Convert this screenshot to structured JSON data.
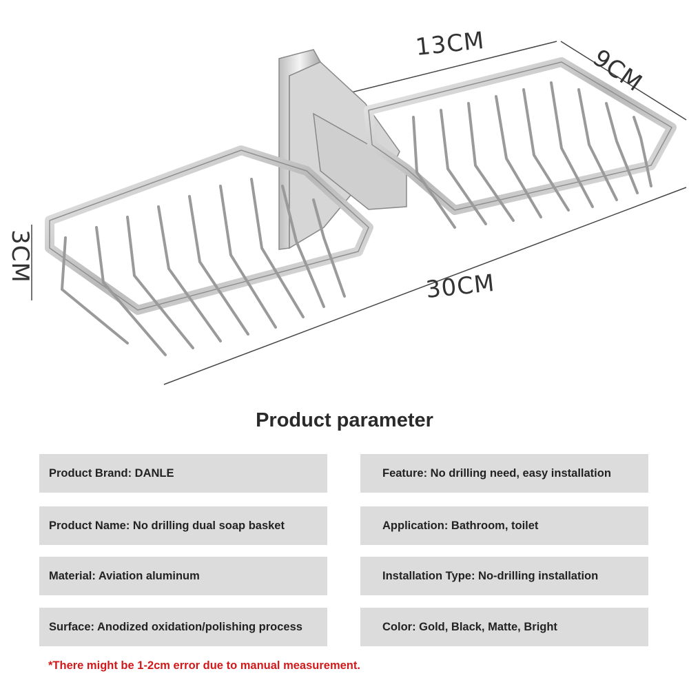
{
  "dimensions": {
    "length_label": "13CM",
    "width_label": "9CM",
    "height_label": "3CM",
    "total_label": "30CM"
  },
  "section_title": "Product parameter",
  "parameters": {
    "left": [
      "Product Brand: DANLE",
      "Product Name: No drilling dual soap basket",
      "Material: Aviation aluminum",
      "Surface: Anodized oxidation/polishing process"
    ],
    "right": [
      "Feature: No drilling need, easy installation",
      "Application: Bathroom, toilet",
      "Installation Type: No-drilling installation",
      "Color: Gold, Black, Matte, Bright"
    ]
  },
  "note": "*There might be 1-2cm error due to manual measurement.",
  "colors": {
    "panel": "#dcdcdc",
    "note": "#d0191b",
    "title": "#2a2a2a"
  }
}
